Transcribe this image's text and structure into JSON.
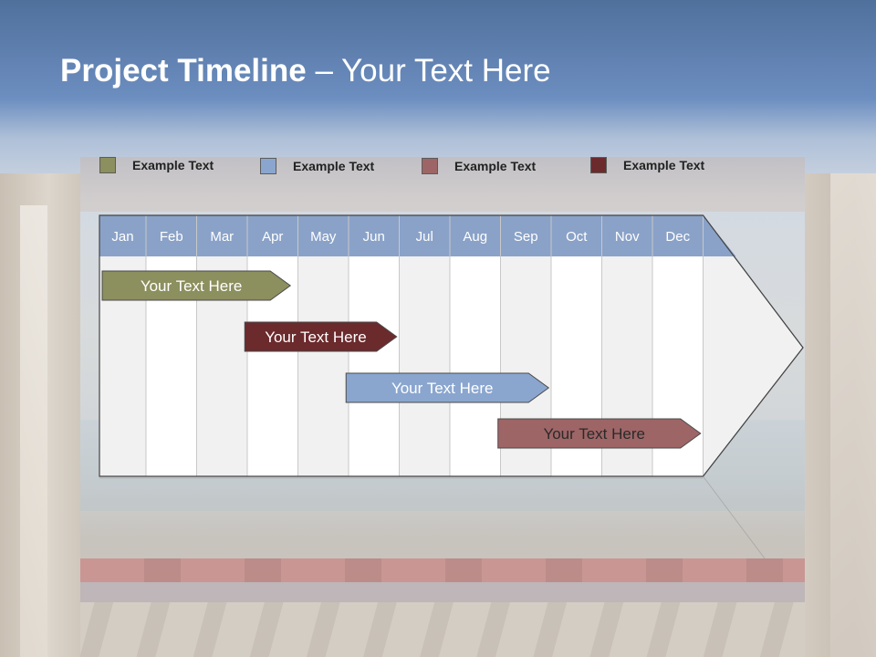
{
  "title": {
    "bold": "Project Timeline",
    "rest": " – Your Text Here"
  },
  "legend": [
    {
      "label": "Example Text",
      "color": "#8c8f5e"
    },
    {
      "label": "Example Text",
      "color": "#8aa6cf"
    },
    {
      "label": "Example Text",
      "color": "#9e6566"
    },
    {
      "label": "Example Text",
      "color": "#6b2a2c"
    }
  ],
  "months": [
    "Jan",
    "Feb",
    "Mar",
    "Apr",
    "May",
    "Jun",
    "Jul",
    "Aug",
    "Sep",
    "Oct",
    "Nov",
    "Dec"
  ],
  "colors": {
    "header": "#8aa2c8",
    "header_text": "#ffffff",
    "grid_line": "#c8c8c8",
    "col_light": "#ffffff",
    "col_dark": "#f1f1f1"
  },
  "tasks": [
    {
      "label": "Your  Text Here",
      "start": 0.0,
      "end": 3.85,
      "color": "#8c8f5e"
    },
    {
      "label": "Your  Text Here",
      "start": 2.95,
      "end": 5.95,
      "color": "#6b2a2c"
    },
    {
      "label": "Your  Text Here",
      "start": 4.95,
      "end": 8.95,
      "color": "#8aa6cf"
    },
    {
      "label": "Your  Text Here",
      "start": 7.95,
      "end": 11.95,
      "color": "#9e6566"
    }
  ]
}
